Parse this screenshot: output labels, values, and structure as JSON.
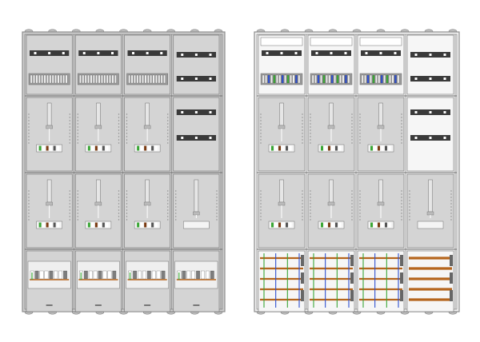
{
  "colors": {
    "background": "#ffffff",
    "cabinet_frame": "#8c8c8c",
    "panel_fill": "#d4d4d4",
    "panel_fill_light": "#e2e2e2",
    "rail_dark": "#3a3a3a",
    "busbar_copper": "#b5651d",
    "wire_green": "#3aa635",
    "wire_blue": "#2e4fd0",
    "wire_brown": "#7a3b12",
    "outline": "#6e6e6e"
  },
  "cabinets": [
    {
      "id": "closed",
      "columns": [
        {
          "top": "terminal",
          "mid": "meter",
          "low": "meter",
          "bottom": "terminal-cover"
        },
        {
          "top": "terminal",
          "mid": "meter",
          "low": "meter",
          "bottom": "terminal-cover"
        },
        {
          "top": "terminal",
          "mid": "meter",
          "low": "meter",
          "bottom": "terminal-cover"
        },
        {
          "top": "rails",
          "mid": "rails",
          "low": "meter-small",
          "bottom": "terminal-cover"
        }
      ]
    },
    {
      "id": "open",
      "columns": [
        {
          "top": "terminal-open",
          "mid": "meter",
          "low": "meter",
          "bottom": "busbar"
        },
        {
          "top": "terminal-open",
          "mid": "meter",
          "low": "meter",
          "bottom": "busbar"
        },
        {
          "top": "terminal-open",
          "mid": "meter",
          "low": "meter",
          "bottom": "busbar"
        },
        {
          "top": "rails-open",
          "mid": "rails-open",
          "low": "meter-small",
          "bottom": "busbar-copper"
        }
      ]
    }
  ]
}
